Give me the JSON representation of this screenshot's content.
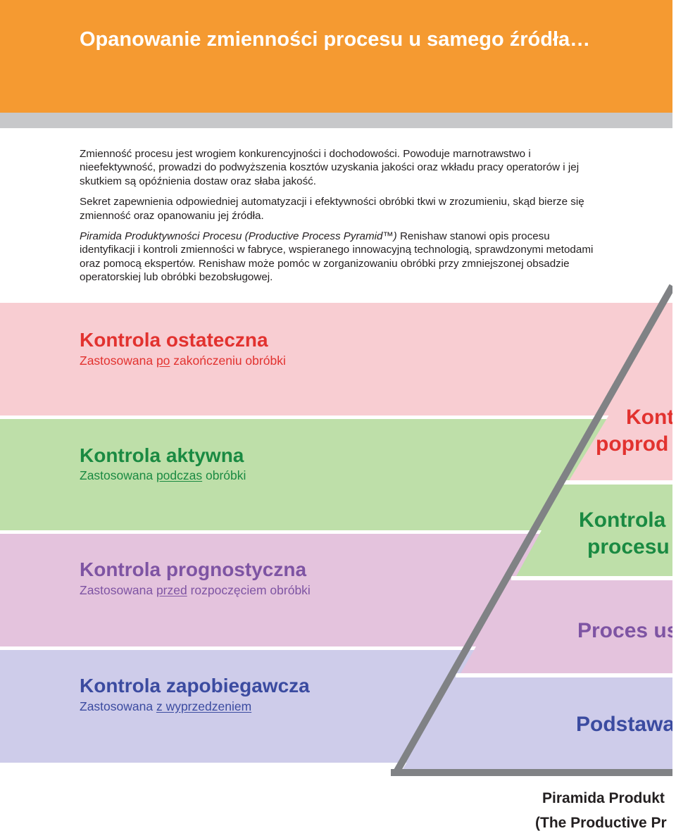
{
  "header": {
    "title": "Opanowanie zmienności procesu u samego źródła…",
    "bg_color": "#f59a31"
  },
  "intro": {
    "p1": "Zmienność procesu jest wrogiem konkurencyjności i dochodowości. Powoduje marnotrawstwo i nieefektywność, prowadzi do podwyższenia kosztów uzyskania jakości oraz wkładu pracy operatorów i jej skutkiem są opóźnienia dostaw oraz słaba jakość.",
    "p2": "Sekret zapewnienia odpowiedniej automatyzacji i efektywności obróbki tkwi w zrozumieniu, skąd bierze się zmienność oraz opanowaniu jej źródła.",
    "p3_lead": "Piramida Produktywności Procesu (Productive Process Pyramid™)",
    "p3_rest": " Renishaw stanowi opis procesu identyfikacji i kontroli zmienności w fabryce, wspieranego innowacyjną technologią, sprawdzonymi metodami oraz pomocą ekspertów. Renishaw może pomóc w zorganizowaniu obróbki przy zmniejszonej obsadzie operatorskiej lub obróbki bezobsługowej."
  },
  "levels": [
    {
      "title": "Kontrola ostateczna",
      "sub_pre": "Zastosowana ",
      "sub_em": "po",
      "sub_post": " zakończeniu obróbki",
      "color": "#e2322f",
      "band_color": "#f8cdd2"
    },
    {
      "title": "Kontrola aktywna",
      "sub_pre": "Zastosowana ",
      "sub_em": "podczas",
      "sub_post": " obróbki",
      "color": "#1a8a42",
      "band_color": "#bedfa9"
    },
    {
      "title": "Kontrola prognostyczna",
      "sub_pre": "Zastosowana ",
      "sub_em": "przed",
      "sub_post": " rozpoczęciem obróbki",
      "color": "#7e54a3",
      "band_color": "#e4c3dd"
    },
    {
      "title": "Kontrola zapobiegawcza",
      "sub_pre": "Zastosowana ",
      "sub_em": "z wyprzedzeniem",
      "sub_post": "",
      "color": "#3b4ba0",
      "band_color": "#ceccea"
    }
  ],
  "pyramid": {
    "tier1_line1": "Kont",
    "tier1_line2": "poprod",
    "tier2_line1": "Kontrola",
    "tier2_line2": "procesu",
    "tier3_line1": "Proces us",
    "tier4_line1": "Podstawa",
    "outline_color": "#808285",
    "caption_line1": "Piramida Produkt",
    "caption_line2": "(The Productive Pr"
  }
}
